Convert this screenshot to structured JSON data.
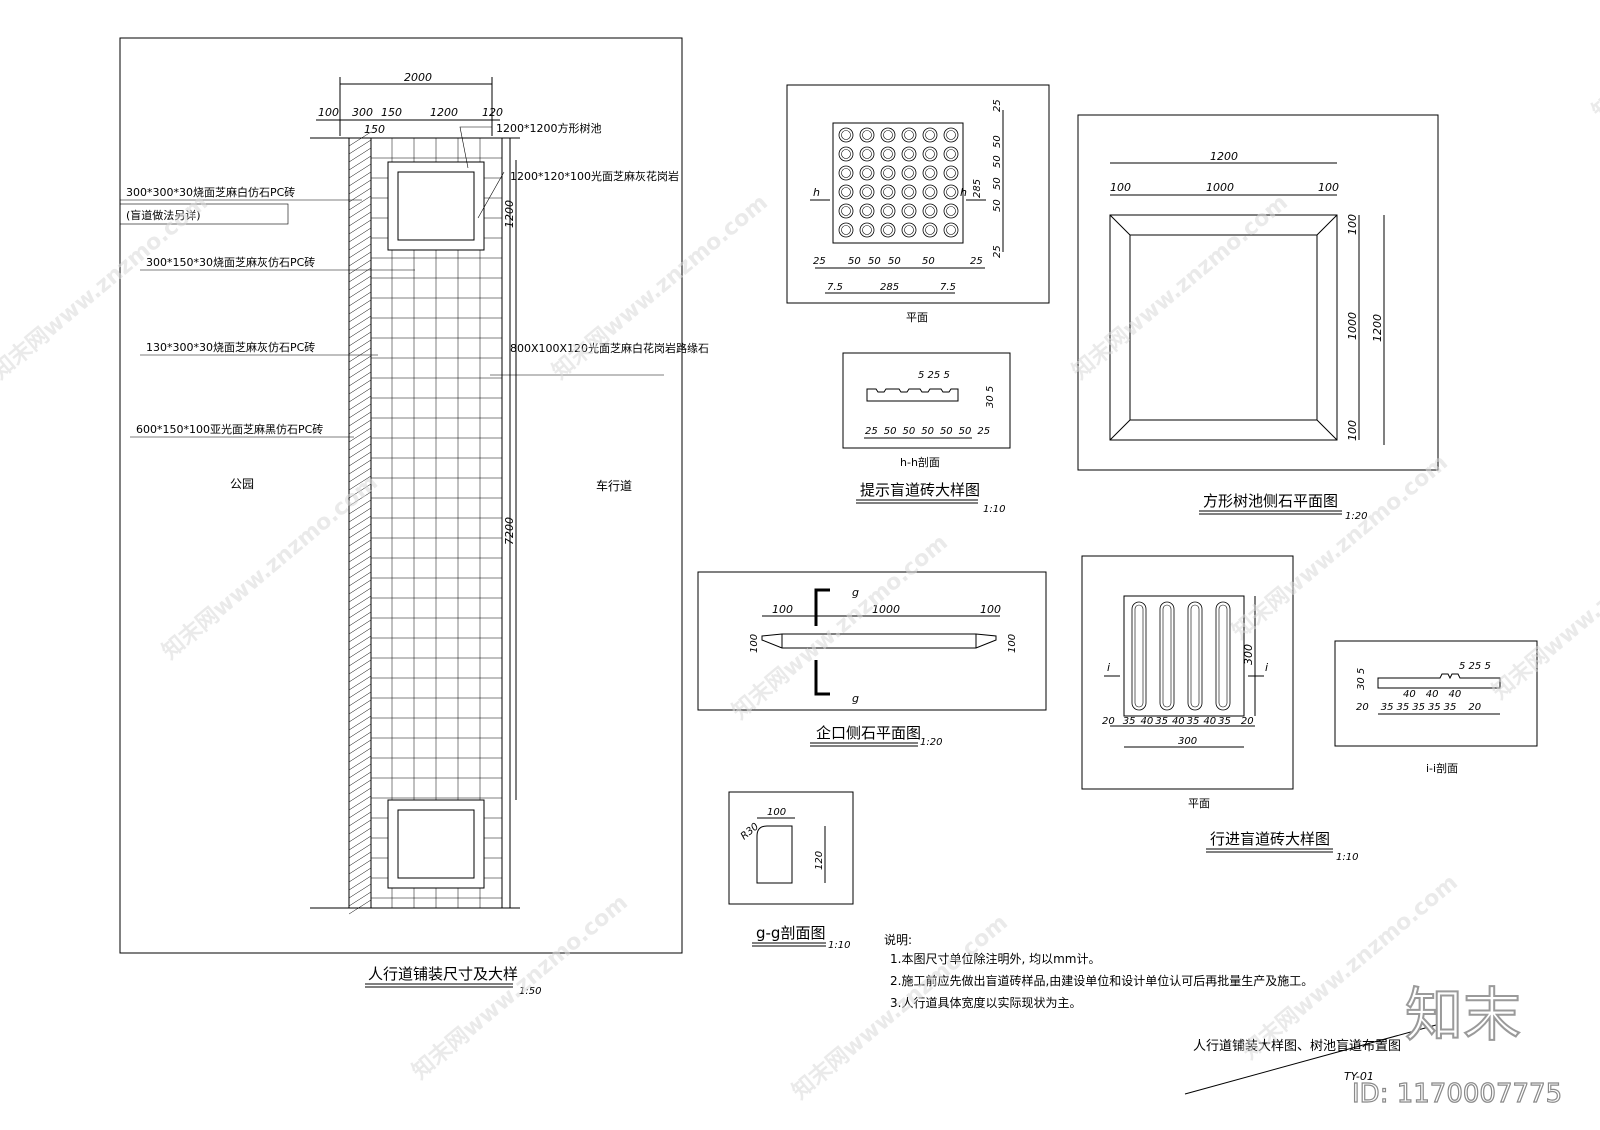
{
  "sidewalk": {
    "top_dim_total": "2000",
    "top_dims": [
      "100",
      "300",
      "150",
      "1200",
      "120"
    ],
    "top_dim_under": "150",
    "label_tree_pit": "1200*1200方形树池",
    "label_curb_tree": "1200*120*100光面芝麻灰花岗岩",
    "label_brick_white": "300*300*30烧面芝麻白仿石PC砖",
    "label_brick_white_note": "(盲道做法另详)",
    "label_brick_grey1": "300*150*30烧面芝麻灰仿石PC砖",
    "label_brick_grey2": "130*300*30烧面芝麻灰仿石PC砖",
    "label_curb_road": "800X100X120光面芝麻白花岗岩路缘石",
    "label_brick_black": "600*150*100亚光面芝麻黑仿石PC砖",
    "label_park": "公园",
    "label_road": "车行道",
    "dim_1200": "1200",
    "dim_7200": "7200",
    "title": "人行道铺装尺寸及大样",
    "scale": "1:50"
  },
  "warning_tile": {
    "plan_label": "平面",
    "h_mark": "h",
    "dims_right": [
      "25",
      "50",
      "50",
      "50",
      "50",
      "25"
    ],
    "dim_285": "285",
    "dims_bottom": [
      "25",
      "50",
      "50",
      "50",
      "50",
      "25"
    ],
    "dim_bottom_total": "285",
    "dim_75_l": "7.5",
    "dim_75_r": "7.5",
    "section_label": "h-h剖面",
    "section_top": "5 25 5",
    "section_side": "30 5",
    "section_bottom": [
      "25",
      "50",
      "50",
      "50",
      "50",
      "50",
      "25"
    ],
    "title": "提示盲道砖大样图",
    "scale": "1:10"
  },
  "tree_pit_curb": {
    "dim_total": "1200",
    "dim_left": "100",
    "dim_mid": "1000",
    "dim_right": "100",
    "dim_v_top": "100",
    "dim_v_mid": "1000",
    "dim_v_bot": "100",
    "dim_v_total": "1200",
    "title": "方形树池侧石平面图",
    "scale": "1:20"
  },
  "notch_curb": {
    "g_mark": "g",
    "dims": [
      "100",
      "1000",
      "100"
    ],
    "dim_left_v": "100",
    "dim_right_v": "100",
    "title": "企口侧石平面图",
    "scale": "1:20"
  },
  "guide_tile": {
    "i_mark": "i",
    "dim_300_v": "300",
    "dims_bottom": [
      "20",
      "35",
      "40",
      "35",
      "40",
      "35",
      "40",
      "35",
      "20"
    ],
    "dim_total": "300",
    "plan_label": "平面",
    "title": "行进盲道砖大样图",
    "scale": "1:10",
    "section_label": "i-i剖面",
    "section_top": "5 25 5",
    "section_side": "30 5",
    "section_dims_top": [
      "40",
      "40",
      "40"
    ],
    "section_dims_bottom": [
      "20",
      "35",
      "35",
      "35",
      "35",
      "35",
      "20"
    ]
  },
  "gg_section": {
    "dim_top": "100",
    "radius": "R30",
    "dim_side": "120",
    "title": "g-g剖面图",
    "scale": "1:10"
  },
  "notes": {
    "heading": "说明:",
    "items": [
      "1.本图尺寸单位除注明外, 均以mm计。",
      "2.施工前应先做出盲道砖样品,由建设单位和设计单位认可后再批量生产及施工。",
      "3.人行道具体宽度以实际现状为主。"
    ]
  },
  "sheet": {
    "title": "人行道铺装大样图、树池盲道布置图",
    "code": "TY-01"
  },
  "brand": {
    "logo_text": "知末",
    "id_text": "ID: 1170007775",
    "watermark": "知末网www.znzmo.com"
  }
}
